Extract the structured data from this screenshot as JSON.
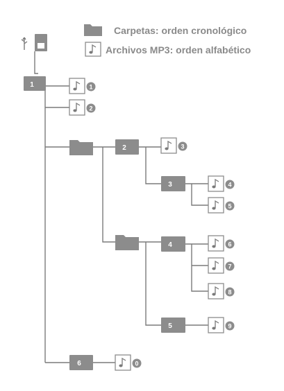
{
  "legend": {
    "folders_label": "Carpetas: orden cronológico",
    "files_label": "Archivos MP3: orden alfabético",
    "folder_icon": "folder-icon",
    "file_icon": "music-note-file-icon"
  },
  "device": {
    "usb_icon": "usb-icon",
    "drive_icon": "usb-drive-icon"
  },
  "folders": [
    {
      "id": "f1",
      "label": "1"
    },
    {
      "id": "f2",
      "label": "2"
    },
    {
      "id": "f3",
      "label": "3"
    },
    {
      "id": "f4",
      "label": "4"
    },
    {
      "id": "f5",
      "label": "5"
    },
    {
      "id": "f6",
      "label": "6"
    },
    {
      "id": "fa",
      "label": ""
    },
    {
      "id": "fb",
      "label": ""
    }
  ],
  "files": [
    {
      "id": "m1",
      "label": "1"
    },
    {
      "id": "m2",
      "label": "2"
    },
    {
      "id": "m3",
      "label": "3"
    },
    {
      "id": "m4",
      "label": "4"
    },
    {
      "id": "m5",
      "label": "5"
    },
    {
      "id": "m6",
      "label": "6"
    },
    {
      "id": "m7",
      "label": "7"
    },
    {
      "id": "m8",
      "label": "8"
    },
    {
      "id": "m9",
      "label": "9"
    },
    {
      "id": "m10",
      "label": "0"
    }
  ]
}
